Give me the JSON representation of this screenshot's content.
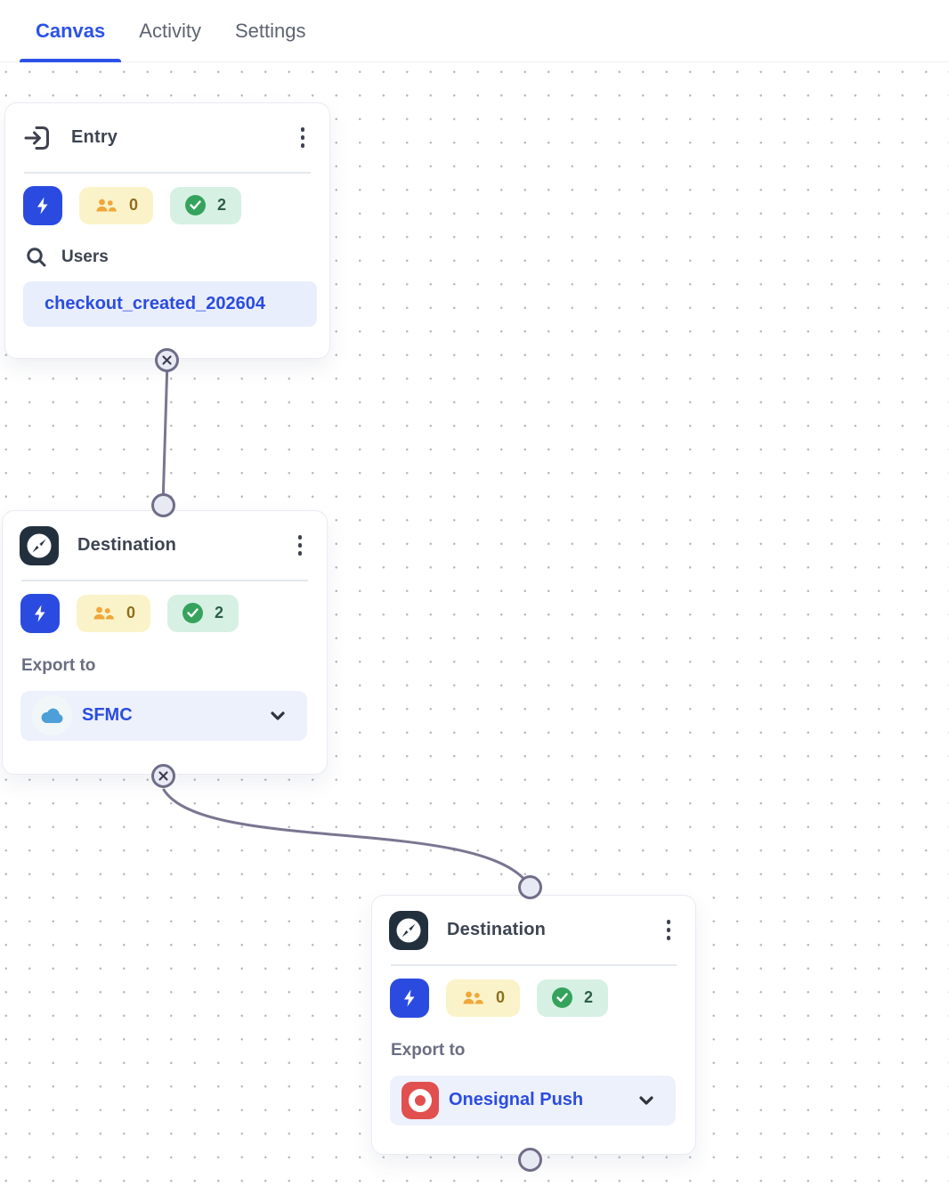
{
  "tab_bar": {
    "tabs": [
      {
        "label": "Canvas",
        "active": true
      },
      {
        "label": "Activity",
        "active": false
      },
      {
        "label": "Settings",
        "active": false
      }
    ]
  },
  "canvas": {
    "nodes": [
      {
        "type": "entry",
        "title": "Entry",
        "badges": {
          "users_count": "0",
          "success_count": "2"
        },
        "section_label": "Users",
        "selected_value": "checkout_created_202604"
      },
      {
        "type": "destination",
        "title": "Destination",
        "badges": {
          "users_count": "0",
          "success_count": "2"
        },
        "section_label": "Export to",
        "selected_value": "SFMC"
      },
      {
        "type": "destination",
        "title": "Destination",
        "badges": {
          "users_count": "0",
          "success_count": "2"
        },
        "section_label": "Export to",
        "selected_value": "Onesignal Push"
      }
    ],
    "colors": {
      "accent_blue": "#2b4be0",
      "active_tab_blue": "#2b52e8",
      "badge_yellow_bg": "#faf3c9",
      "badge_yellow_text": "#8f6e1e",
      "badge_green_bg": "#d6f1e3",
      "badge_green_text": "#2d5f47",
      "check_green": "#35a35c",
      "people_amber": "#f1a73a",
      "onesignal_red": "#e14f4f",
      "salesforce_blue": "#4c9fd8",
      "node_icon_navy": "#22303e",
      "connector_gray": "#7b7591"
    }
  }
}
